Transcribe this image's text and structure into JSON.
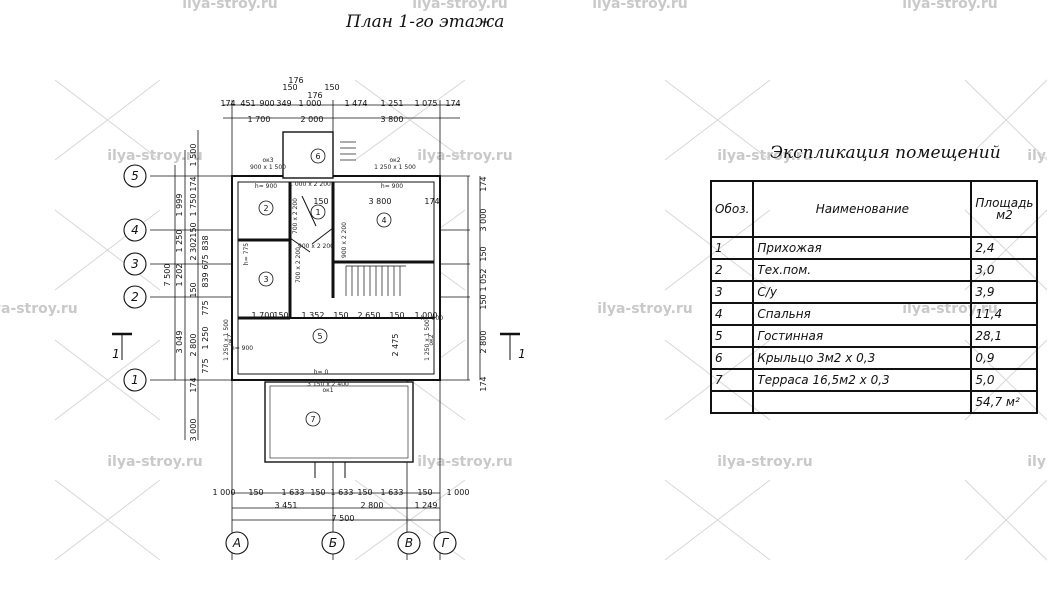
{
  "plan_title": "План 1-го этажа",
  "explication_title": "Экспликация помещений",
  "watermark": "ilya-stroy.ru",
  "table": {
    "headers": {
      "num": "Обоз.",
      "name": "Наименование",
      "area": "Площадь м2"
    },
    "rows": [
      {
        "num": "1",
        "name": "Прихожая",
        "area": "2,4"
      },
      {
        "num": "2",
        "name": "Тех.пом.",
        "area": "3,0"
      },
      {
        "num": "3",
        "name": "С/у",
        "area": "3,9"
      },
      {
        "num": "4",
        "name": "Спальня",
        "area": "11,4"
      },
      {
        "num": "5",
        "name": "Гостинная",
        "area": "28,1"
      },
      {
        "num": "6",
        "name": "Крыльцо 3м2 х 0,3",
        "area": "0,9"
      },
      {
        "num": "7",
        "name": "Терраса 16,5м2 х 0,3",
        "area": "5,0"
      }
    ],
    "total": "54,7 м²"
  },
  "axes": {
    "rows": [
      "5",
      "4",
      "3",
      "2",
      "1"
    ],
    "cols": [
      "А",
      "Б",
      "В",
      "Г"
    ]
  },
  "room_labels": [
    "1",
    "2",
    "3",
    "4",
    "5",
    "6",
    "7"
  ],
  "section_mark": "1",
  "dims_top_row1": [
    "174",
    "451",
    "900",
    "349",
    "1 000",
    "1 474",
    "1 251",
    "1 075",
    "174"
  ],
  "dims_top_row0": [
    "176",
    "150",
    "176",
    "150"
  ],
  "dims_top_row2": [
    "1 700",
    "2 000",
    "3 800"
  ],
  "dims_bottom_row1": [
    "1 000",
    "150",
    "1 633",
    "150",
    "1 633",
    "150",
    "1 633",
    "150",
    "1 000"
  ],
  "dims_bottom_row2": [
    "3 451",
    "2 800",
    "1 249"
  ],
  "dims_bottom_total": "7 500",
  "dims_left_outer": "7 500",
  "dims_left_mid": [
    "1 999",
    "1 250",
    "1 202",
    "3 049"
  ],
  "dims_left_inner": [
    "1 500",
    "174",
    "1 750",
    "150",
    "2 302",
    "150",
    "2 800",
    "174",
    "3 000"
  ],
  "dims_left_small": [
    "838",
    "839",
    "675",
    "775",
    "1 250",
    "775"
  ],
  "dims_right": [
    "174",
    "3 000",
    "150",
    "1 052",
    "150",
    "2 800",
    "174"
  ],
  "dims_inner": [
    "1 700",
    "150",
    "1 352",
    "150",
    "2 650",
    "150",
    "1 000",
    "3 800",
    "150",
    "174",
    "2 475"
  ],
  "window_labels": [
    "ок3",
    "900 х 1 500",
    "ок2",
    "1 250 х 1 500",
    "ок1",
    "3 150 х 2 400",
    "ок2",
    "1 250 х 1 500",
    "ок2",
    "1 250 х 1 500"
  ],
  "door_labels": [
    "1 000 х 2 200",
    "700 х 2 200",
    "900 х 2 200",
    "900 х 2 200",
    "700 х 2 200"
  ],
  "level_labels": [
    "h= 900",
    "h= 900",
    "h= 0",
    "h= 900",
    "h= 775",
    "h= 900"
  ]
}
